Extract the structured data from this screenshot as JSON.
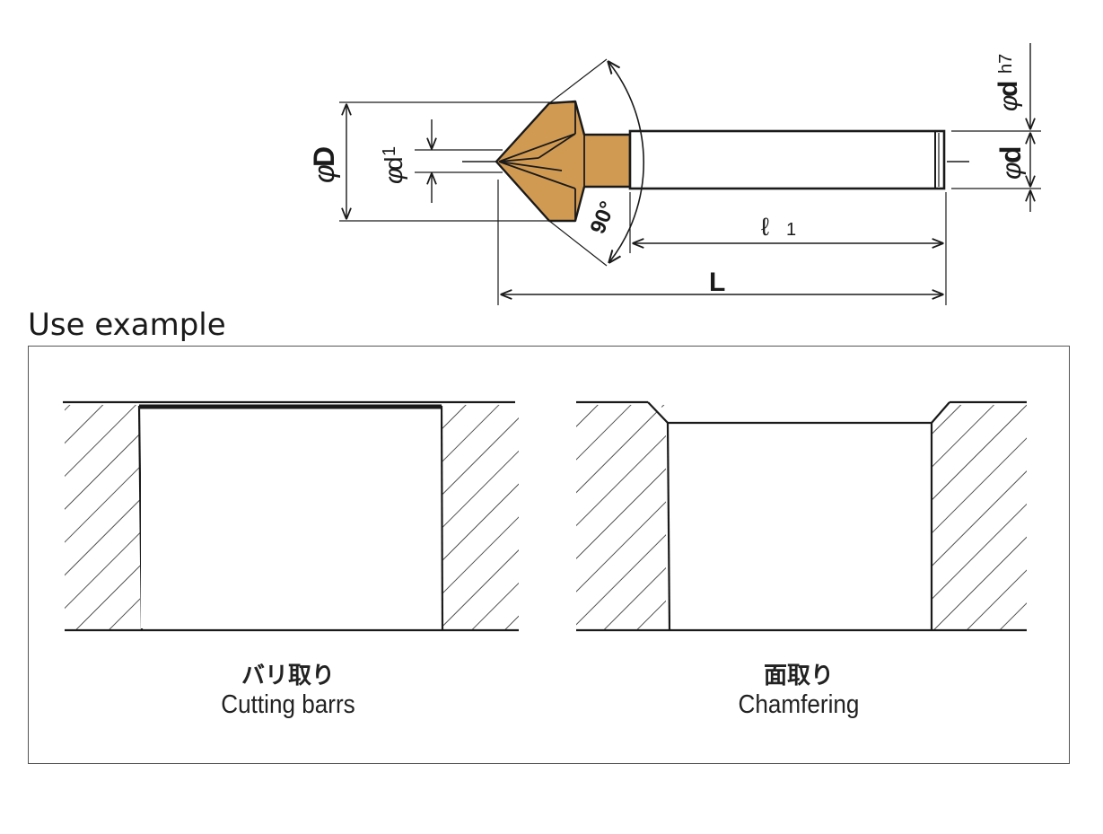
{
  "drawing": {
    "dim_D": "D",
    "dim_d1": "d",
    "dim_d1_sub": "1",
    "dim_d": "d",
    "dim_dh7": "d",
    "dim_dh7_sub": "h7",
    "dim_l1": "ℓ",
    "dim_l1_sub": "1",
    "dim_L": "L",
    "angle": "90°",
    "phi": "φ",
    "tool_color": "#d19a52"
  },
  "use_example": {
    "title": "Use example",
    "panels": [
      {
        "caption_jp": "バリ取り",
        "caption_en": "Cutting barrs"
      },
      {
        "caption_jp": "面取り",
        "caption_en": "Chamfering"
      }
    ]
  }
}
